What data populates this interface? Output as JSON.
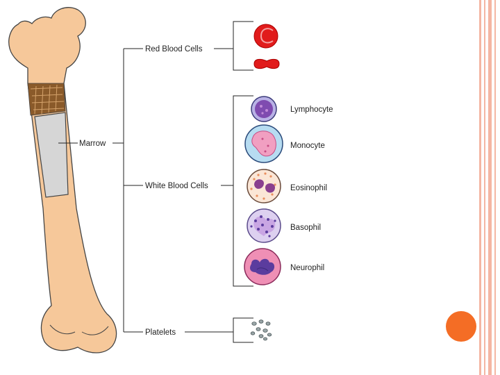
{
  "diagram": {
    "marrow_label": "Marrow",
    "red_blood_cells_label": "Red Blood Cells",
    "white_blood_cells_label": "White Blood Cells",
    "platelets_label": "Platelets",
    "white_cells": [
      {
        "label": "Lymphocyte"
      },
      {
        "label": "Monocyte"
      },
      {
        "label": "Eosinophil"
      },
      {
        "label": "Basophil"
      },
      {
        "label": "Neurophil"
      }
    ]
  },
  "colors": {
    "bone": "#f6c89a",
    "bone_outline": "#444444",
    "marrow": "#d6d6d6",
    "red_cell": "#e11b1b",
    "lymphocyte": "#7f4bb0",
    "monocyte_fill": "#b7dcf1",
    "monocyte_nucleus": "#f19fc1",
    "eosinophil_nucleus": "#8a3f8e",
    "basophil": "#c9a6e3",
    "neutrophil": "#ef8fb5",
    "slide_stripe": "#f4b6a3",
    "accent_dot": "#f46d25"
  }
}
